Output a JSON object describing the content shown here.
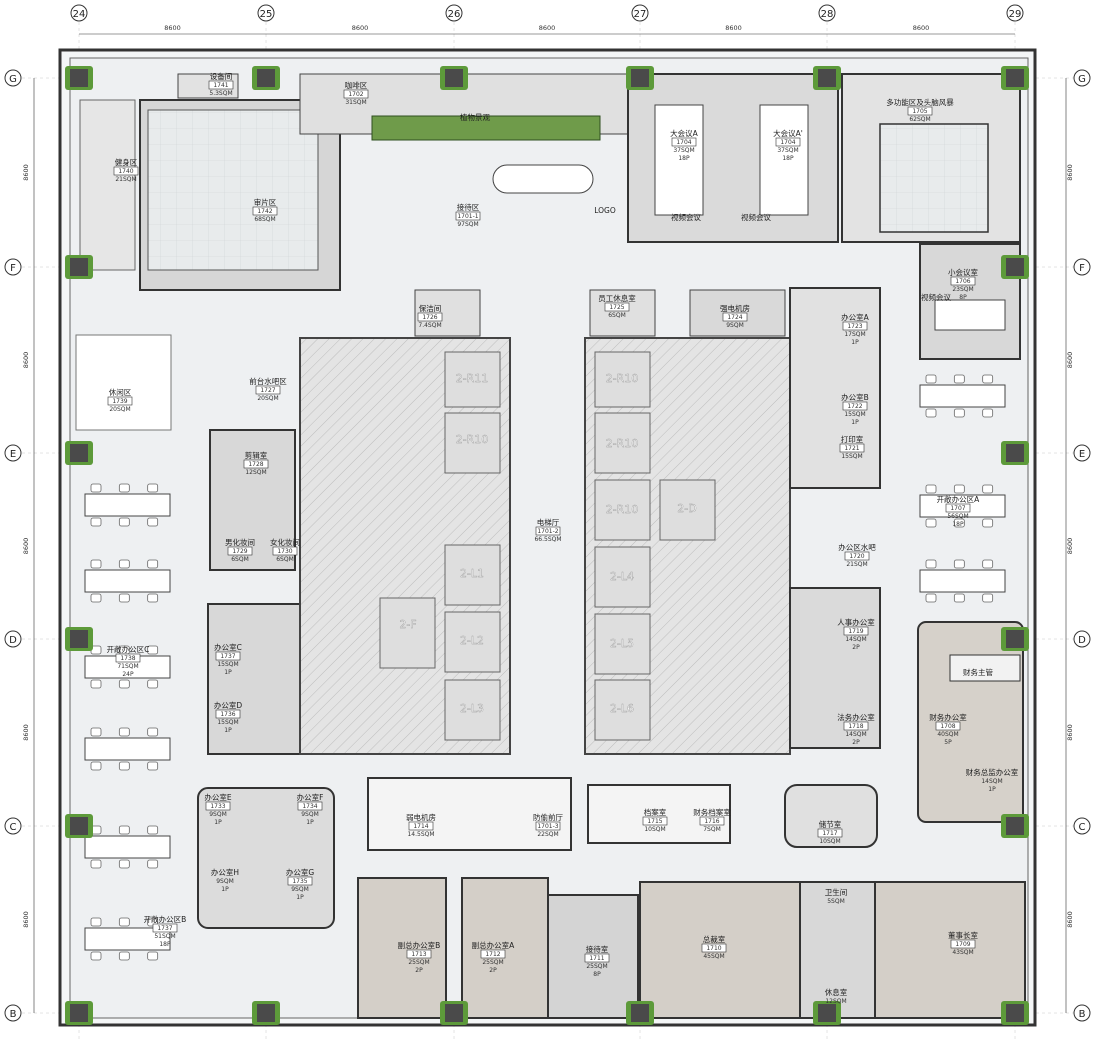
{
  "grid": {
    "columns": [
      "24",
      "25",
      "26",
      "27",
      "28",
      "29"
    ],
    "rows": [
      "G",
      "F",
      "E",
      "D",
      "C",
      "B"
    ],
    "column_spacing": [
      "8600",
      "8600",
      "8600",
      "8600",
      "8600"
    ],
    "row_spacing": [
      "8600",
      "8600",
      "8600",
      "8600",
      "8600"
    ]
  },
  "rooms": [
    {
      "name": "设备间",
      "num": "1741",
      "area": "5.3SQM"
    },
    {
      "name": "咖啡区",
      "num": "1702",
      "area": "31SQM"
    },
    {
      "name": "健身区",
      "num": "1740",
      "area": "21SQM"
    },
    {
      "name": "审片区",
      "num": "1742",
      "area": "68SQM"
    },
    {
      "name": "接待区",
      "num": "1701-1",
      "area": "97SQM"
    },
    {
      "name": "植物景观",
      "num": "",
      "area": ""
    },
    {
      "name": "LOGO",
      "num": "",
      "area": ""
    },
    {
      "name": "大会议A",
      "num": "1704",
      "area": "37SQM",
      "cap": "18P"
    },
    {
      "name": "大会议A'",
      "num": "1704",
      "area": "37SQM",
      "cap": "18P"
    },
    {
      "name": "视频会议",
      "num": "",
      "area": ""
    },
    {
      "name": "视频会议",
      "num": "",
      "area": ""
    },
    {
      "name": "多功能区及头脑风暴",
      "num": "1705",
      "area": "62SQM"
    },
    {
      "name": "小会议室",
      "num": "1706",
      "area": "23SQM",
      "cap": "8P"
    },
    {
      "name": "视频会议",
      "num": "",
      "area": ""
    },
    {
      "name": "休闲区",
      "num": "1739",
      "area": "20SQM"
    },
    {
      "name": "前台水吧区",
      "num": "1727",
      "area": "20SQM"
    },
    {
      "name": "保洁间",
      "num": "1726",
      "area": "7.4SQM"
    },
    {
      "name": "员工休息室",
      "num": "1725",
      "area": "6SQM"
    },
    {
      "name": "强电机房",
      "num": "1724",
      "area": "9SQM"
    },
    {
      "name": "办公室A",
      "num": "1723",
      "area": "17SQM",
      "cap": "1P"
    },
    {
      "name": "办公室B",
      "num": "1722",
      "area": "15SQM",
      "cap": "1P"
    },
    {
      "name": "打印室",
      "num": "1721",
      "area": "15SQM"
    },
    {
      "name": "剪辑室",
      "num": "1728",
      "area": "12SQM"
    },
    {
      "name": "男化妆间",
      "num": "1729",
      "area": "6SQM"
    },
    {
      "name": "女化妆间",
      "num": "1730",
      "area": "6SQM"
    },
    {
      "name": "电梯厅",
      "num": "1701-2",
      "area": "66.5SQM"
    },
    {
      "name": "开敞办公区A",
      "num": "1707",
      "area": "56SQM",
      "cap": "18P"
    },
    {
      "name": "办公区水吧",
      "num": "1720",
      "area": "21SQM"
    },
    {
      "name": "开敞办公区C",
      "num": "1738",
      "area": "71SQM",
      "cap": "24P"
    },
    {
      "name": "办公室C",
      "num": "1737",
      "area": "15SQM",
      "cap": "1P"
    },
    {
      "name": "办公室D",
      "num": "1736",
      "area": "15SQM",
      "cap": "1P"
    },
    {
      "name": "人事办公室",
      "num": "1719",
      "area": "14SQM",
      "cap": "2P"
    },
    {
      "name": "法务办公室",
      "num": "1718",
      "area": "14SQM",
      "cap": "2P"
    },
    {
      "name": "财务主管",
      "num": "",
      "area": ""
    },
    {
      "name": "财务办公室",
      "num": "1708",
      "area": "40SQM",
      "cap": "5P"
    },
    {
      "name": "财务总监办公室",
      "num": "",
      "area": "14SQM",
      "cap": "1P"
    },
    {
      "name": "办公室E",
      "num": "1733",
      "area": "9SQM",
      "cap": "1P"
    },
    {
      "name": "办公室F",
      "num": "1734",
      "area": "9SQM",
      "cap": "1P"
    },
    {
      "name": "弱电机房",
      "num": "1714",
      "area": "14.5SQM"
    },
    {
      "name": "防偷前厅",
      "num": "1701-3",
      "area": "22SQM"
    },
    {
      "name": "档案室",
      "num": "1715",
      "area": "10SQM"
    },
    {
      "name": "财务档案室",
      "num": "1716",
      "area": "7SQM"
    },
    {
      "name": "储节室",
      "num": "1717",
      "area": "10SQM"
    },
    {
      "name": "办公室H",
      "num": "",
      "area": "9SQM",
      "cap": "1P"
    },
    {
      "name": "办公室G",
      "num": "1735",
      "area": "9SQM",
      "cap": "1P"
    },
    {
      "name": "开敞办公区B",
      "num": "1737",
      "area": "51SQM",
      "cap": "18P"
    },
    {
      "name": "副总办公室B",
      "num": "1713",
      "area": "25SQM",
      "cap": "2P"
    },
    {
      "name": "副总办公室A",
      "num": "1712",
      "area": "25SQM",
      "cap": "2P"
    },
    {
      "name": "接待室",
      "num": "1711",
      "area": "25SQM",
      "cap": "8P"
    },
    {
      "name": "总裁室",
      "num": "1710",
      "area": "45SQM"
    },
    {
      "name": "卫生间",
      "num": "",
      "area": "5SQM"
    },
    {
      "name": "休息室",
      "num": "",
      "area": "12SQM"
    },
    {
      "name": "董事长室",
      "num": "1709",
      "area": "43SQM"
    }
  ],
  "core_labels": {
    "stair_f": "2-F",
    "lifts_left": [
      "2-R11",
      "2-R10",
      "2-L1",
      "2-L2",
      "2-L3"
    ],
    "lifts_right": [
      "2-R10",
      "2-R10",
      "2-R10",
      "2-L4",
      "2-L5",
      "2-L6"
    ],
    "stair_d": "2-D"
  },
  "colors": {
    "floor": "#eceff1",
    "wall": "#3a3a3a",
    "core": "#cfcfcf",
    "room_fill": "#dcdcdc",
    "warm_room": "#d7d2cb",
    "plant": "#5d9a3a",
    "column": "#4a4a4a"
  }
}
